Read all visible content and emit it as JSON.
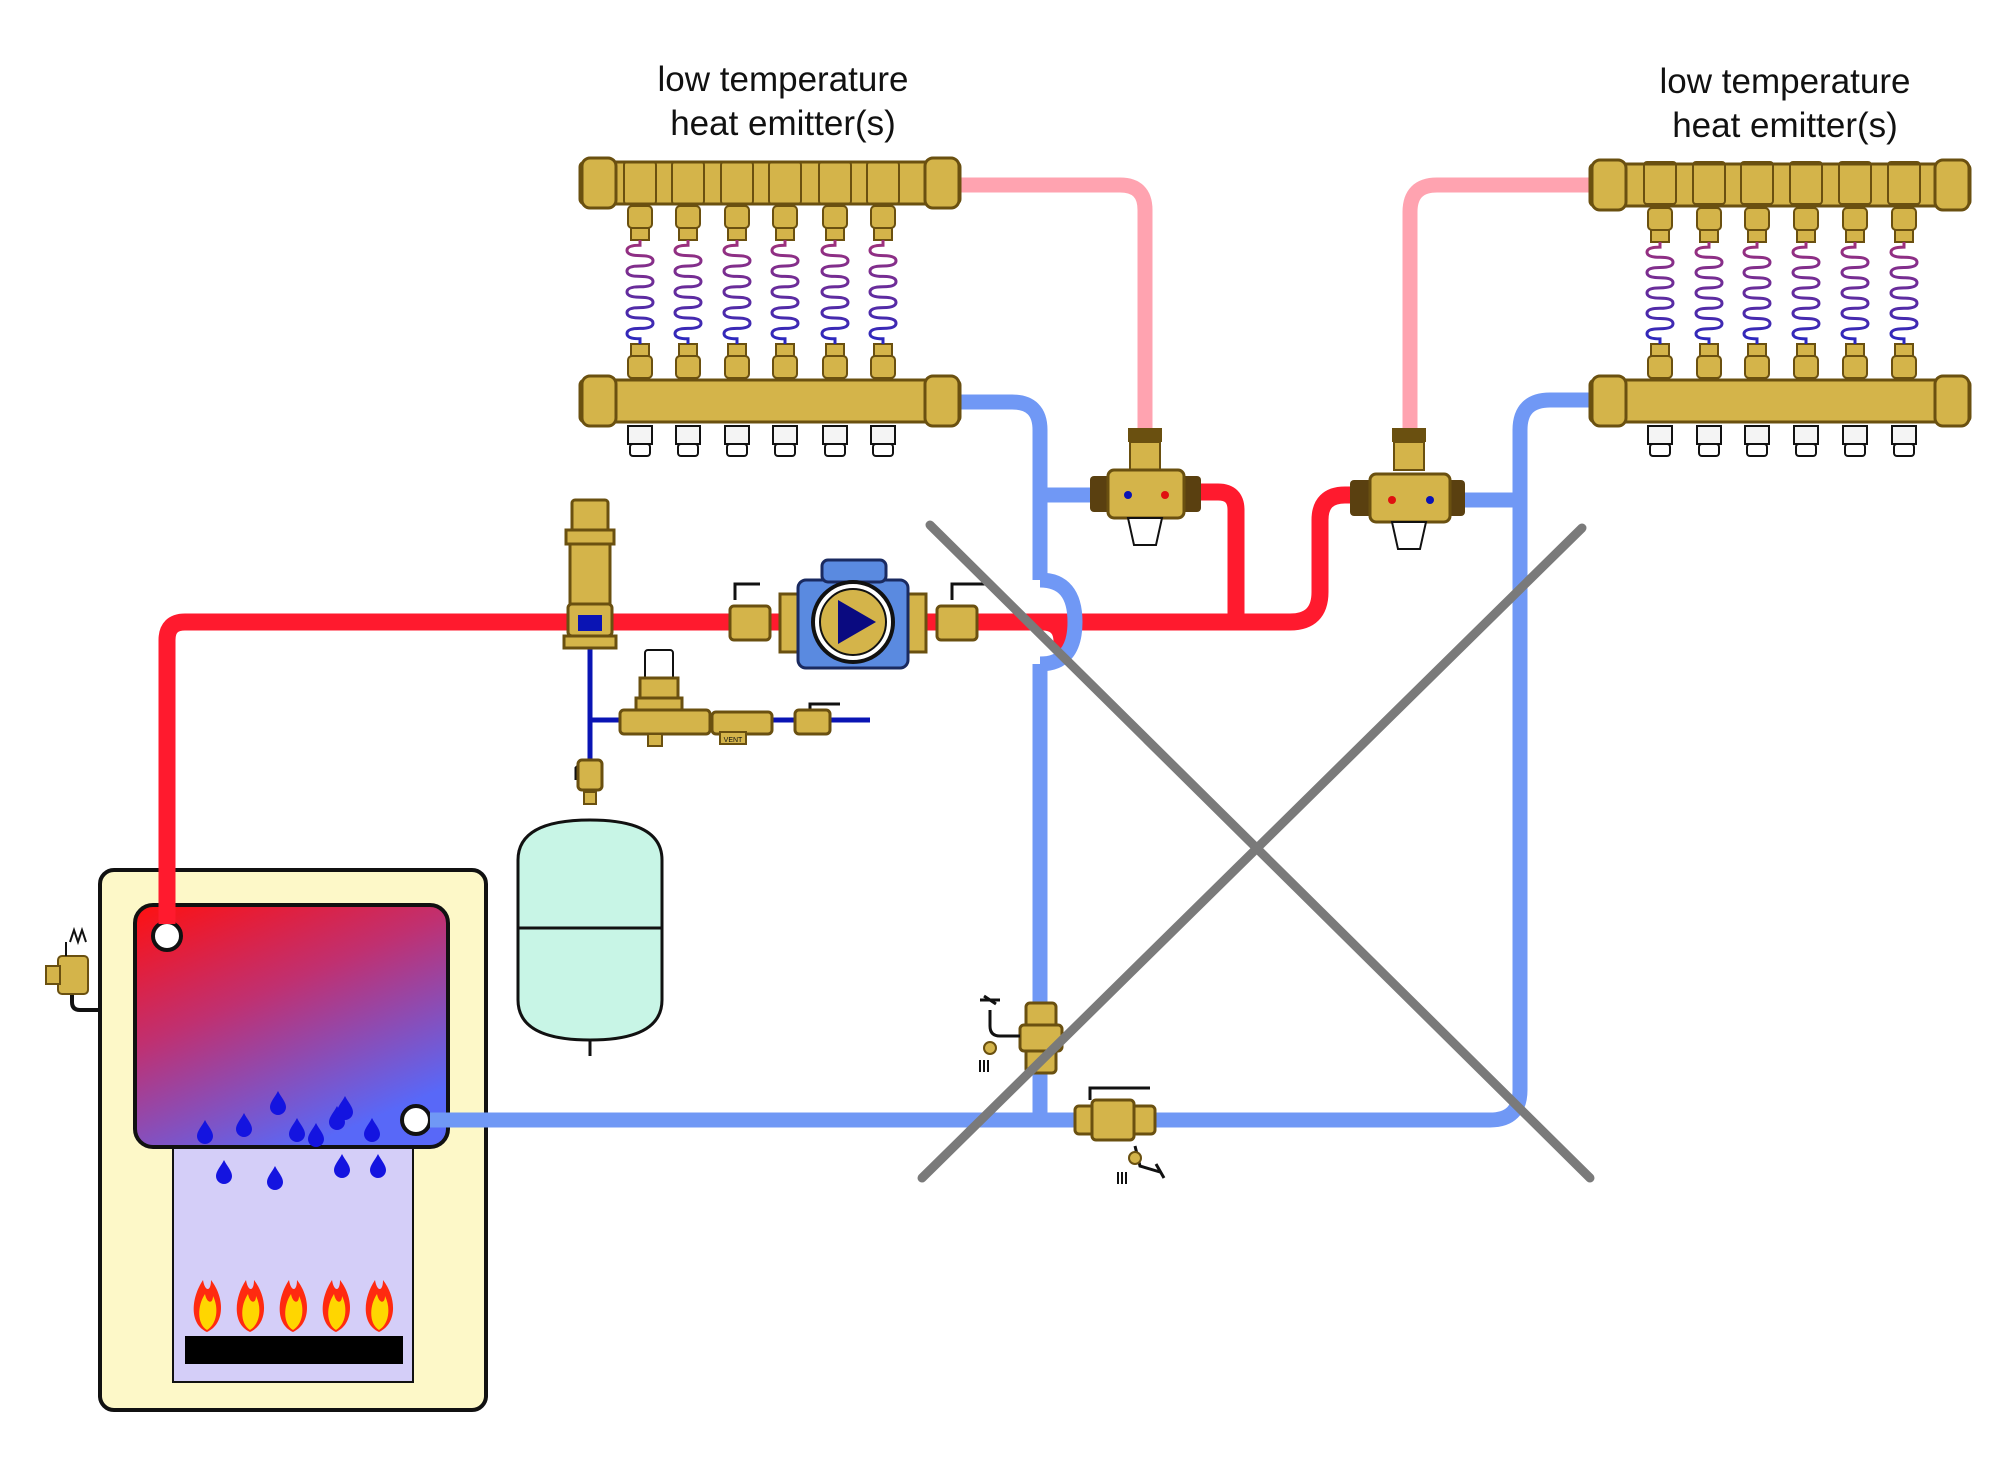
{
  "diagram": {
    "emitter_labels": [
      {
        "line1": "low temperature",
        "line2": "heat emitter(s)"
      },
      {
        "line1": "low temperature",
        "line2": "heat emitter(s)"
      }
    ],
    "colors": {
      "supply_hot": "#ff1a2e",
      "supply_tempered": "#ffa3b0",
      "return": "#7098f5",
      "makeup_water": "#0a14b4",
      "brass": "#d4b44a",
      "brass_dark": "#8a6a10",
      "cross_out": "#7a7a7a",
      "expansion_tank": "#c8f5e6",
      "boiler_cabinet": "#fdf8c8",
      "combustion_chamber": "#d4cef8"
    },
    "valve_labels": {
      "purge_tag": "VENT"
    }
  }
}
